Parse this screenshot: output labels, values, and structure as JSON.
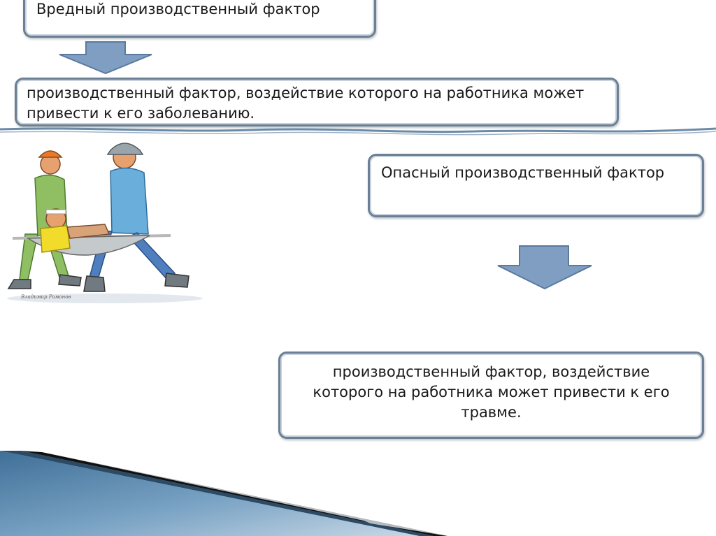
{
  "harmful": {
    "title": "Вредный производственный фактор",
    "definition": "производственный фактор, воздействие которого на работника может привести к его заболеванию."
  },
  "dangerous": {
    "title": "Опасный производственный фактор",
    "definition": "производственный фактор, воздействие которого на работника может привести к его травме."
  },
  "icons": [
    "arrow-down-icon",
    "stretcher-illustration"
  ],
  "colors": {
    "box_border": "#6b7f95",
    "arrow_fill": "#7f9ec1",
    "arrow_stroke": "#5a7aa0",
    "corner_blue": "#4d7fa8",
    "divider": "#6b8aa8"
  }
}
